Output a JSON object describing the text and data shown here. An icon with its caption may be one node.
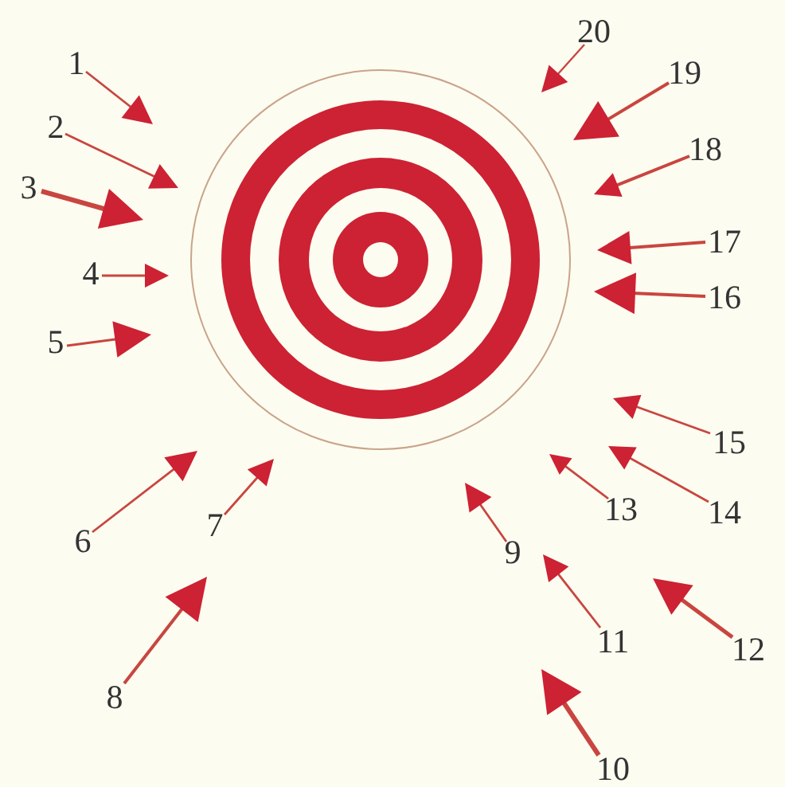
{
  "diagram": {
    "labels": [
      "1",
      "2",
      "3",
      "4",
      "5",
      "6",
      "7",
      "8",
      "9",
      "10",
      "11",
      "12",
      "13",
      "14",
      "15",
      "16",
      "17",
      "18",
      "19",
      "20"
    ]
  }
}
